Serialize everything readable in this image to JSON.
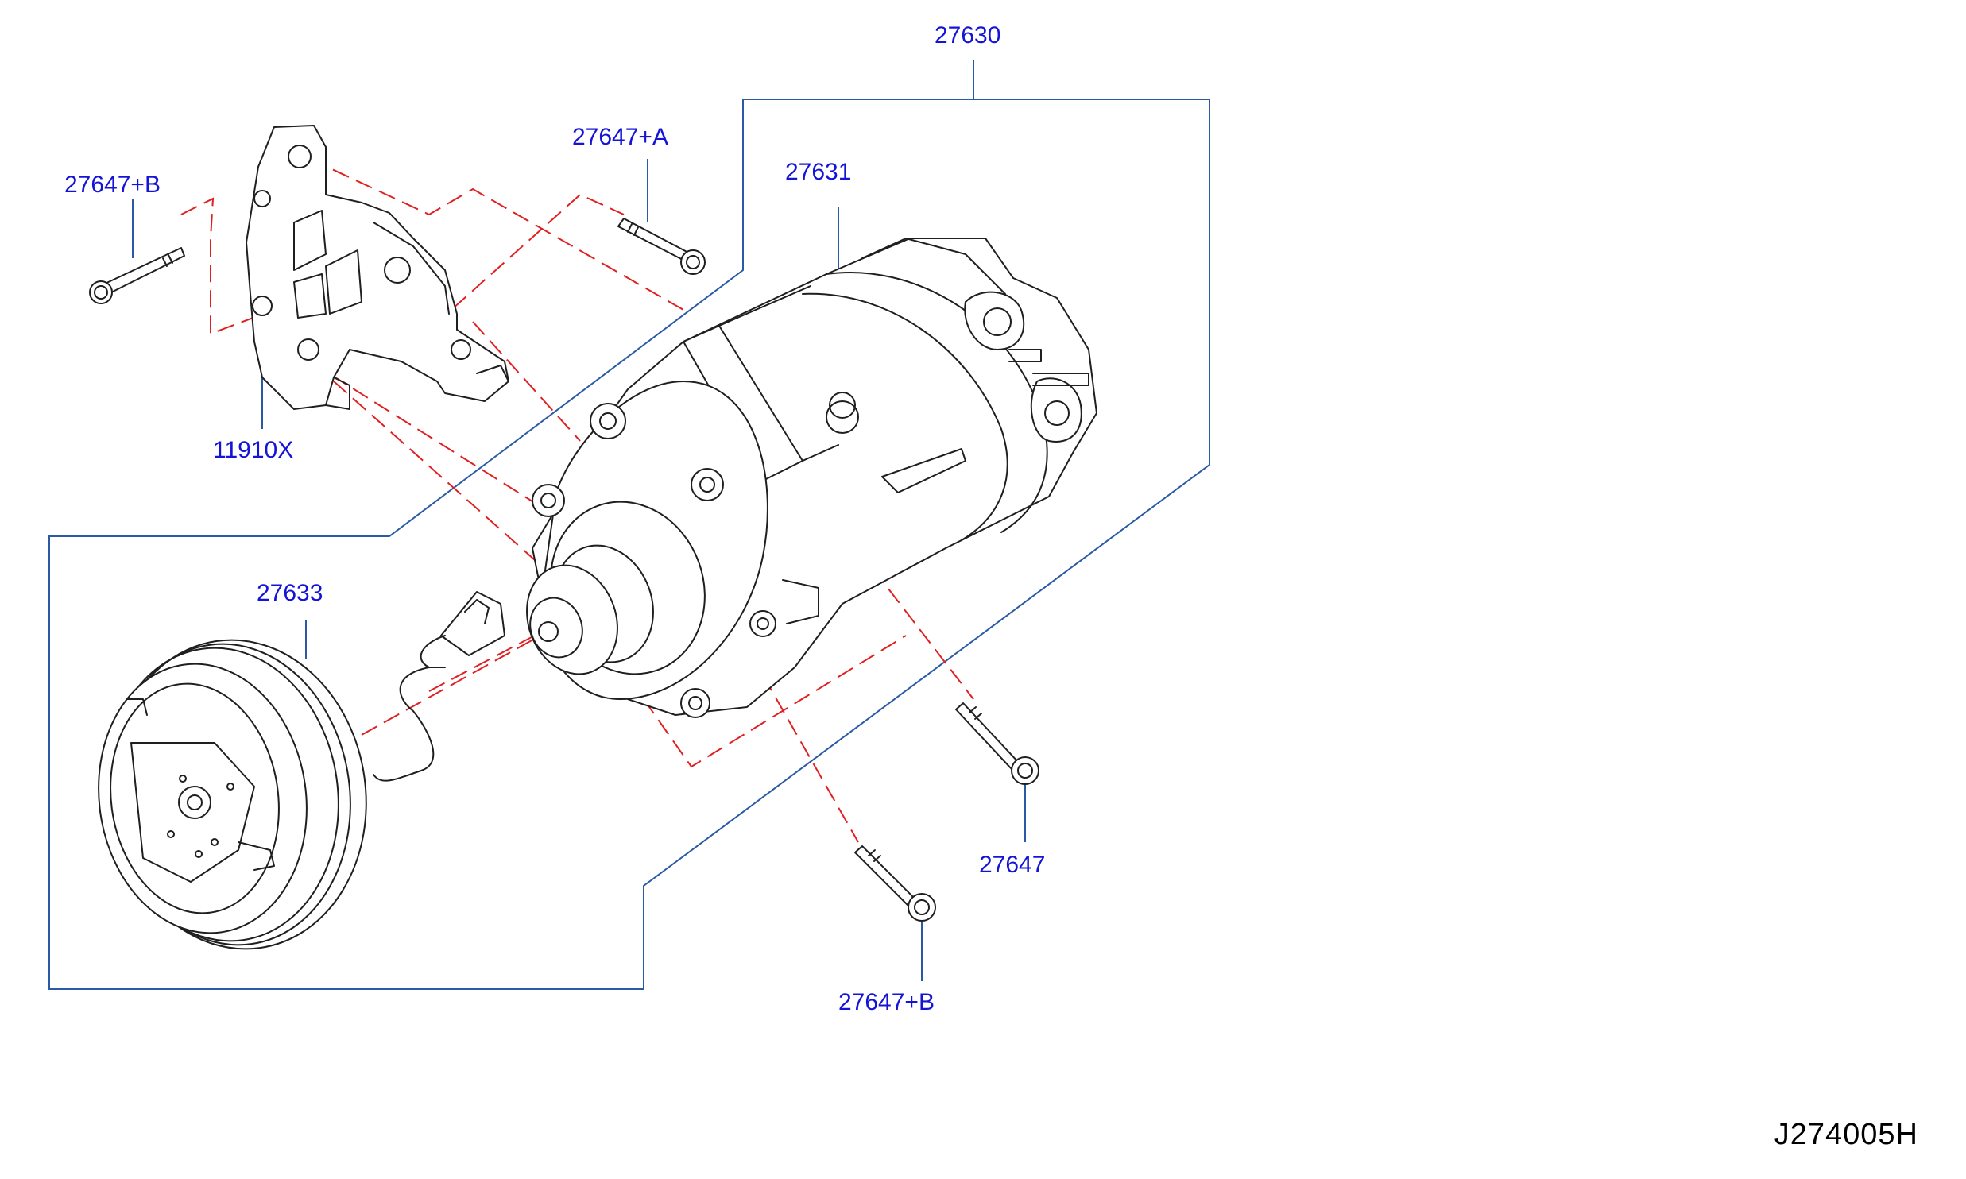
{
  "diagram": {
    "code": "J274005H",
    "colors": {
      "label": "#1414d8",
      "leader": "#2a5aa6",
      "alignment": "#e02020",
      "drawing": "#1f1f1f"
    },
    "labels": {
      "assembly": "27630",
      "compressor": "27631",
      "bracket_bolt_a": "27647+A",
      "bracket_bolt_b": "27647+B",
      "bracket": "11910X",
      "clutch": "27633",
      "bolt": "27647",
      "lower_bolt_b": "27647+B"
    }
  }
}
